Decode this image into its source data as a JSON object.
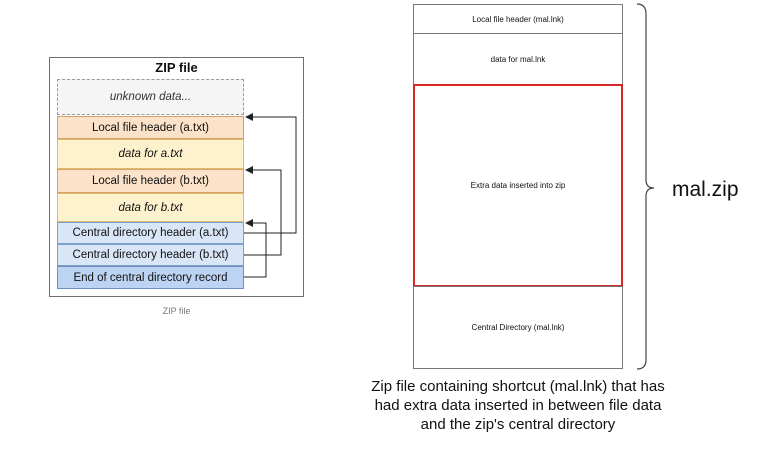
{
  "zip_diagram": {
    "title": "ZIP file",
    "blocks": [
      {
        "label": "unknown data..."
      },
      {
        "label": "Local file header (a.txt)"
      },
      {
        "label": "data for a.txt"
      },
      {
        "label": "Local file header (b.txt)"
      },
      {
        "label": "data for b.txt"
      },
      {
        "label": "Central directory header (a.txt)"
      },
      {
        "label": "Central directory header (b.txt)"
      },
      {
        "label": "End of central directory record"
      }
    ],
    "caption": "ZIP file"
  },
  "malzip_diagram": {
    "blocks": [
      {
        "label": "Local file header (mal.lnk)"
      },
      {
        "label": "data for mal.lnk"
      },
      {
        "label": "Extra data inserted into zip"
      },
      {
        "label": "Central Directory (mal.lnk)"
      }
    ],
    "brace_label": "mal.zip",
    "caption_lines": [
      "Zip file containing shortcut (mal.lnk) that has",
      "had extra data inserted in between file data",
      "and the zip's central directory"
    ]
  },
  "colors": {
    "highlight": "#d62828",
    "header_fill": "#fbe2c8",
    "data_fill": "#fdf2cd",
    "central_fill": "#d9e6f7",
    "eocd_fill": "#bdd3f3"
  }
}
